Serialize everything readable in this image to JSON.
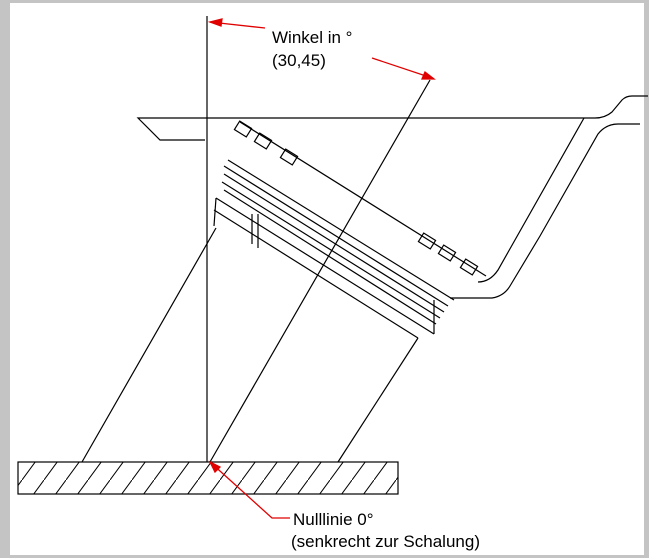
{
  "labels": {
    "angle_title": "Winkel in °",
    "angle_values": "(30,45)",
    "zero_title": "Nulllinie 0°",
    "zero_note": "(senkrecht zur Schalung)"
  },
  "colors": {
    "line": "#000000",
    "annotation": "#e00000",
    "background": "#ffffff",
    "frame": "#c4c4c4"
  }
}
